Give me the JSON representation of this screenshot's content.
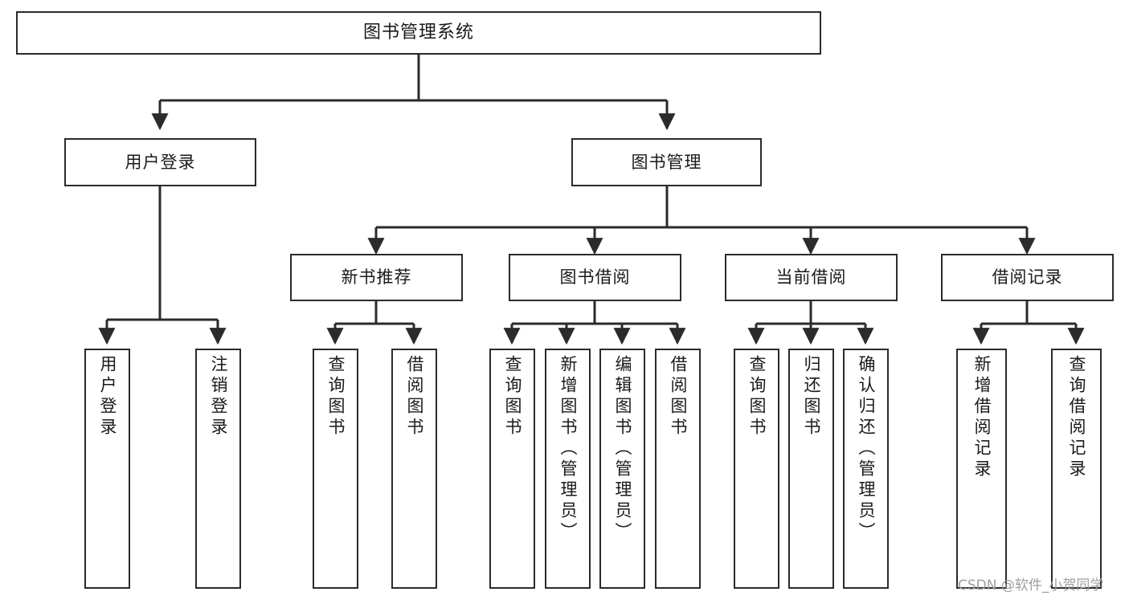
{
  "diagram": {
    "title": "图书管理系统",
    "type": "tree-hierarchy",
    "watermark": "CSDN @软件_小贺同学",
    "colors": {
      "box_border": "#2b2b2b",
      "box_fill": "#ffffff",
      "edge": "#2b2b2b",
      "text": "#1a1a1a",
      "watermark": "#9e9e9e"
    },
    "levels": {
      "root": {
        "label": "图书管理系统"
      },
      "level2": [
        {
          "label": "用户登录"
        },
        {
          "label": "图书管理"
        }
      ],
      "level3": [
        {
          "label": "新书推荐"
        },
        {
          "label": "图书借阅"
        },
        {
          "label": "当前借阅"
        },
        {
          "label": "借阅记录"
        }
      ],
      "leaves": {
        "user_login": [
          {
            "label": "用户登录"
          },
          {
            "label": "注销登录"
          }
        ],
        "new_book_recommend": [
          {
            "label": "查询图书"
          },
          {
            "label": "借阅图书"
          }
        ],
        "book_borrow": [
          {
            "label": "查询图书"
          },
          {
            "label": "新增图书（管理员）"
          },
          {
            "label": "编辑图书（管理员）"
          },
          {
            "label": "借阅图书"
          }
        ],
        "current_borrow": [
          {
            "label": "查询图书"
          },
          {
            "label": "归还图书"
          },
          {
            "label": "确认归还（管理员）"
          }
        ],
        "borrow_record": [
          {
            "label": "新增借阅记录"
          },
          {
            "label": "查询借阅记录"
          }
        ]
      }
    }
  }
}
